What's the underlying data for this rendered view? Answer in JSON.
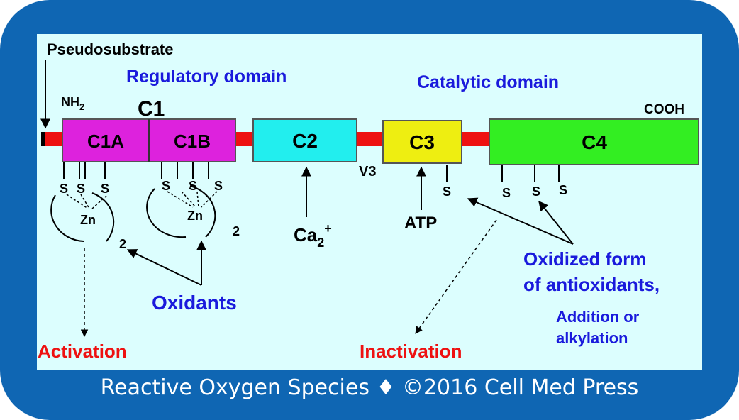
{
  "labels": {
    "pseudosubstrate": "Pseudosubstrate",
    "regulatory_domain": "Regulatory domain",
    "catalytic_domain": "Catalytic domain",
    "nh2": "NH",
    "nh2_sub": "2",
    "cooh": "COOH",
    "c1": "C1",
    "v3": "V3",
    "atp": "ATP",
    "ca": "Ca",
    "ca_sub": "2",
    "ca_sup": "+",
    "oxidants": "Oxidants",
    "oxidized_line1": "Oxidized  form",
    "oxidized_line2": "of antioxidants,",
    "addition_line1": "Addition or",
    "addition_line2": "alkylation",
    "activation": "Activation",
    "inactivation": "Inactivation",
    "zn": "Zn",
    "s": "S",
    "two": "2"
  },
  "domains": {
    "c1a": "C1A",
    "c1b": "C1B",
    "c2": "C2",
    "c3": "C3",
    "c4": "C4"
  },
  "colors": {
    "frame": "#0f66b3",
    "panel": "#dcfefe",
    "c1": "#dd22dd",
    "c2": "#22eeee",
    "c3": "#eeee11",
    "c4": "#33ee22",
    "linker": "#ee1111",
    "blue_text": "#1a1adc",
    "red_text": "#ee1111"
  },
  "footer": "Reactive Oxygen Species ♦ ©2016 Cell Med Press"
}
